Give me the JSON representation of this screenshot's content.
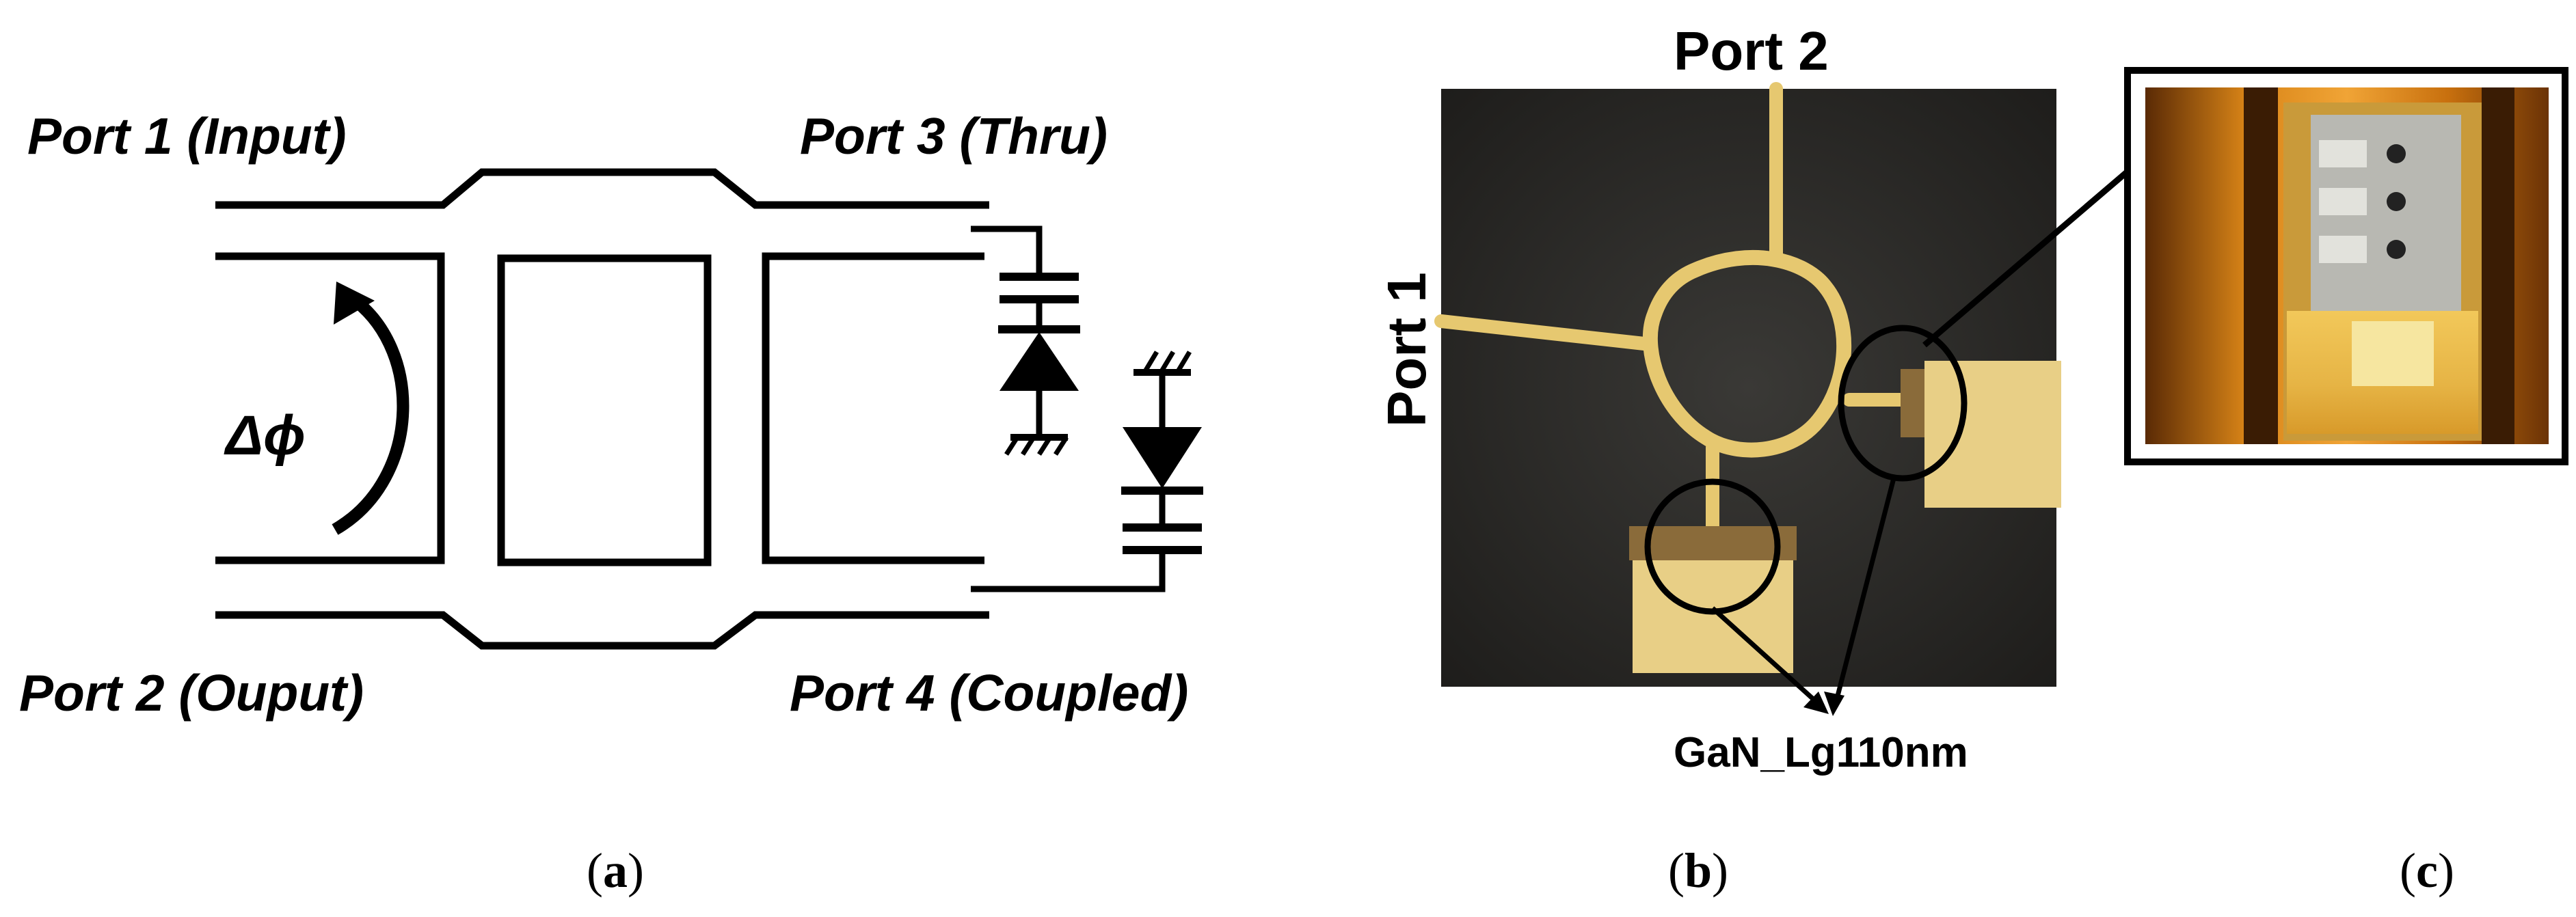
{
  "panel_a": {
    "port1": "Port 1 (Input)",
    "port2": "Port 2 (Ouput)",
    "port3": "Port 3 (Thru)",
    "port4": "Port 4 (Coupled)",
    "phase_symbol": "Δϕ",
    "caption_open": "(",
    "caption_letter": "a",
    "caption_close": ")"
  },
  "panel_b": {
    "port2": "Port 2",
    "port1": "Port 1",
    "device": "GaN_Lg110nm",
    "caption_open": "(",
    "caption_letter": "b",
    "caption_close": ")"
  },
  "panel_c": {
    "caption_open": "(",
    "caption_letter": "c",
    "caption_close": ")"
  },
  "colors": {
    "background": "#ffffff",
    "ink": "#000000",
    "substrate": "#2b2a28",
    "gold_trace": "#e6c870",
    "gold_pad": "#e8cf86",
    "copper": "#c96a10",
    "micrograph_bg": "#8a4a0c"
  }
}
